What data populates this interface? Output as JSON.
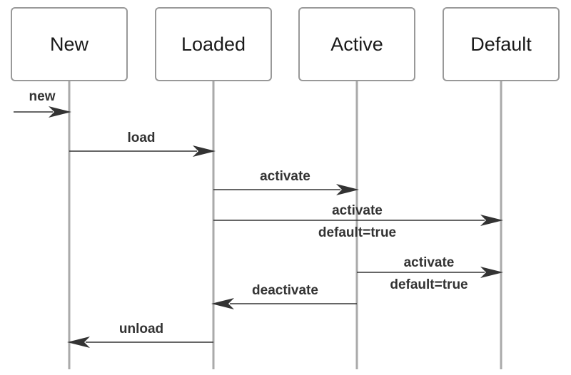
{
  "participants": [
    {
      "id": "new",
      "label": "New"
    },
    {
      "id": "loaded",
      "label": "Loaded"
    },
    {
      "id": "active",
      "label": "Active"
    },
    {
      "id": "default",
      "label": "Default"
    }
  ],
  "messages": [
    {
      "id": "new",
      "from": null,
      "to": "new",
      "lines": [
        "new"
      ]
    },
    {
      "id": "load",
      "from": "new",
      "to": "loaded",
      "lines": [
        "load"
      ]
    },
    {
      "id": "activate",
      "from": "loaded",
      "to": "active",
      "lines": [
        "activate"
      ]
    },
    {
      "id": "activate-default-from-loaded",
      "from": "loaded",
      "to": "default",
      "lines": [
        "activate",
        "default=true"
      ]
    },
    {
      "id": "activate-default-from-active",
      "from": "active",
      "to": "default",
      "lines": [
        "activate",
        "default=true"
      ]
    },
    {
      "id": "deactivate",
      "from": "active",
      "to": "loaded",
      "lines": [
        "deactivate"
      ]
    },
    {
      "id": "unload",
      "from": "loaded",
      "to": "new",
      "lines": [
        "unload"
      ]
    }
  ]
}
